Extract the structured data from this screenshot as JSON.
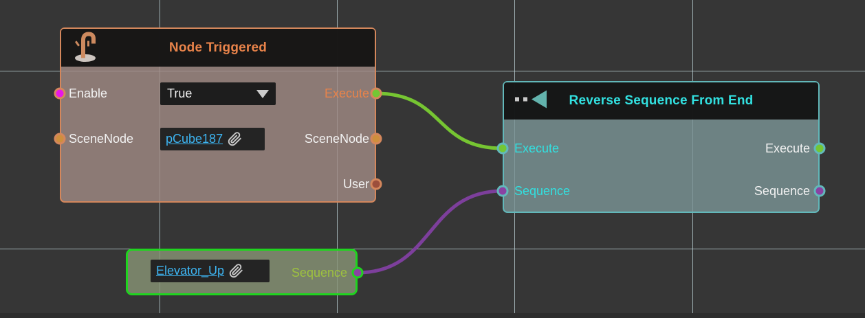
{
  "canvas": {
    "background": "#363636",
    "grid_color": "#bccfd4"
  },
  "nodes": {
    "node_triggered": {
      "title": "Node Triggered",
      "title_color": "#e8834a",
      "border_color": "#d4875c",
      "icon": "lever-trigger-icon",
      "inputs": [
        {
          "label": "Enable",
          "port_color": "#e818e8",
          "label_color": "#f2f2f2"
        },
        {
          "label": "SceneNode",
          "port_color": "#cf8f3d",
          "label_color": "#f2f2f2"
        }
      ],
      "outputs": [
        {
          "label": "Execute",
          "port_color": "#74c734",
          "label_color": "#e8834a"
        },
        {
          "label": "SceneNode",
          "port_color": "#cf8f3d",
          "label_color": "#f2f2f2"
        },
        {
          "label": "User",
          "port_color": "#9c4f3c",
          "label_color": "#f2f2f2"
        }
      ],
      "enable_dropdown": {
        "value": "True"
      },
      "scene_node_link": {
        "text": "pCube187",
        "color": "#3db5f2"
      }
    },
    "reverse_sequence_from_end": {
      "title": "Reverse Sequence From End",
      "title_color": "#32e0e0",
      "border_color": "#62b8ba",
      "icon": "reverse-sequence-icon",
      "inputs": [
        {
          "label": "Execute",
          "port_color": "#74c734",
          "label_color": "#32e0e0"
        },
        {
          "label": "Sequence",
          "port_color": "#8a42a3",
          "label_color": "#32e0e0"
        }
      ],
      "outputs": [
        {
          "label": "Execute",
          "port_color": "#74c734",
          "label_color": "#f2f2f2"
        },
        {
          "label": "Sequence",
          "port_color": "#8a42a3",
          "label_color": "#f2f2f2"
        }
      ]
    },
    "elevator": {
      "border_color": "#1fd41f",
      "link": {
        "text": "Elevator_Up",
        "color": "#3db5f2"
      },
      "output": {
        "label": "Sequence",
        "port_color": "#8a42a3",
        "label_color": "#9ec23f"
      }
    }
  },
  "wires": {
    "execute_wire": {
      "color": "#76c532"
    },
    "sequence_wire": {
      "color": "#7d3f9c"
    }
  }
}
